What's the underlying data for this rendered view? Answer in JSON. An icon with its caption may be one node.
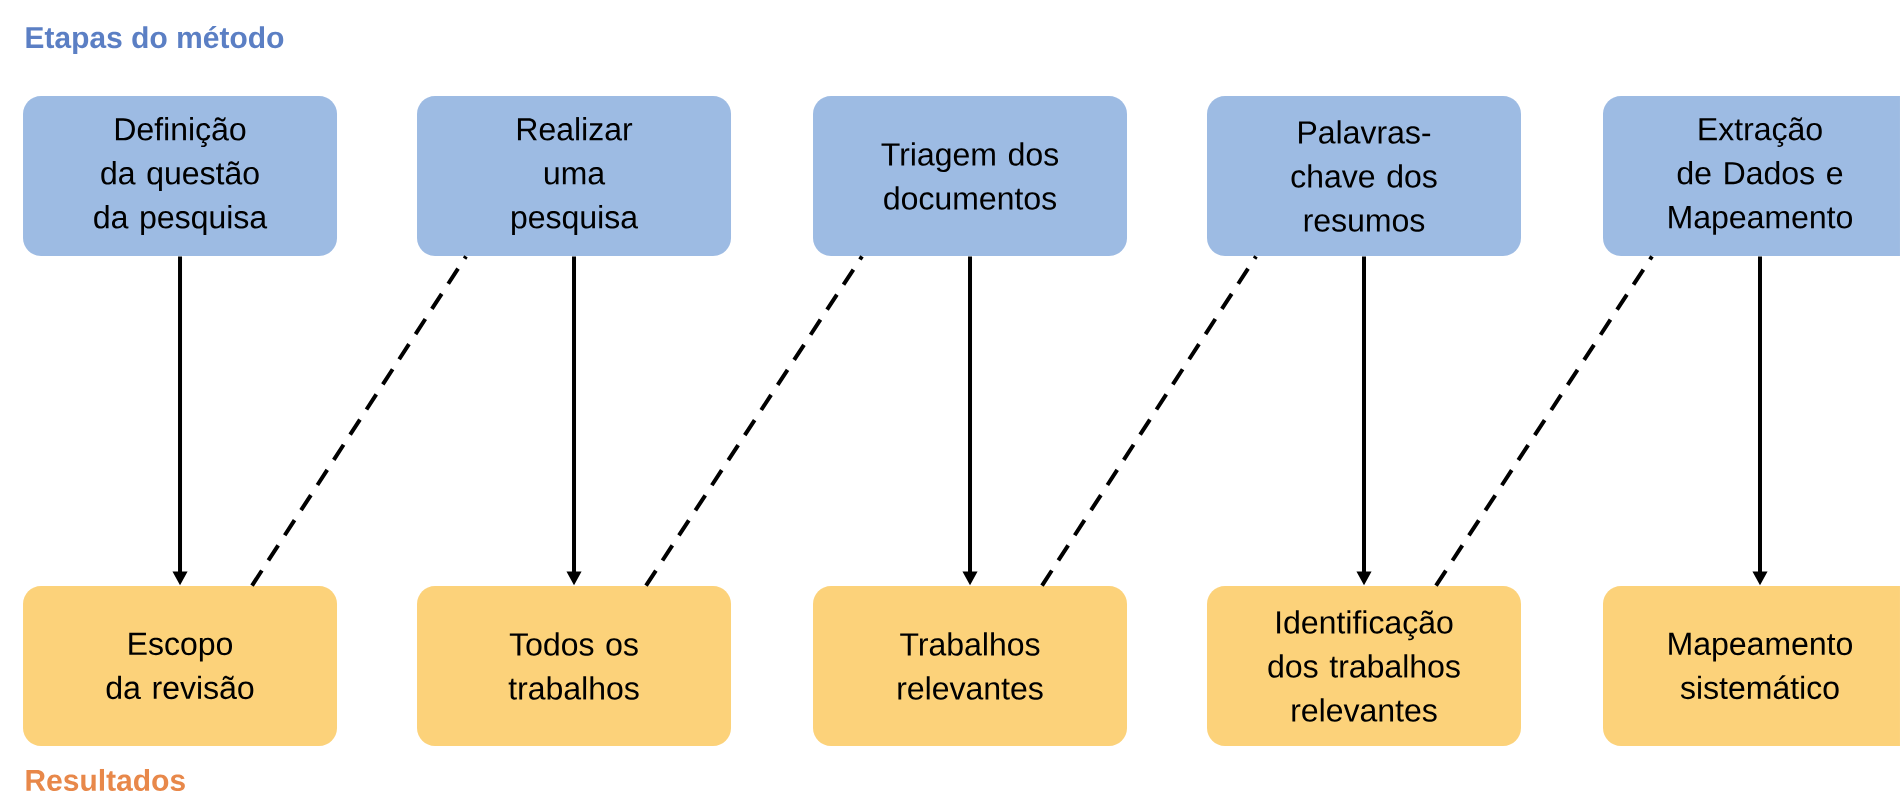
{
  "diagram": {
    "nodes": [
      {
        "text": [
          "Definição da questão da pesquisa"
        ]
      },
      {
        "text": [
          "Realizar uma pesquisa"
        ]
      },
      {
        "text": [
          "Triagem dos documentos"
        ]
      },
      {
        "text": [
          "Palavras-chave dos resumos"
        ]
      },
      {
        "text": [
          "Extração de Dados e Mapeamento"
        ]
      },
      {
        "text": [
          "Escopo da revisão"
        ]
      },
      {
        "text": [
          "Todos os trabalhos"
        ]
      },
      {
        "text": [
          "Trabalhos relevantes"
        ]
      },
      {
        "text": [
          "Identificação dos trabalhos relevantes"
        ]
      },
      {
        "text": [
          "Mapeamento sistemático"
        ]
      }
    ],
    "edges": [
      {
        "from": 0,
        "to": 5,
        "arrow": "to"
      },
      {
        "from": 1,
        "to": 6,
        "arrow": "to"
      },
      {
        "from": 2,
        "to": 7,
        "arrow": "to"
      },
      {
        "from": 3,
        "to": 8,
        "arrow": "to"
      },
      {
        "from": 4,
        "to": 9,
        "arrow": "to"
      },
      {
        "from": 5,
        "to": 1,
        "arrow": "none",
        "style": "dashed"
      },
      {
        "from": 6,
        "to": 2,
        "arrow": "none",
        "style": "dashed"
      },
      {
        "from": 7,
        "to": 3,
        "arrow": "none",
        "style": "dashed"
      },
      {
        "from": 8,
        "to": 4,
        "arrow": "none",
        "style": "dashed"
      }
    ],
    "labels": [
      "Etapas do método",
      "Resultados"
    ]
  }
}
